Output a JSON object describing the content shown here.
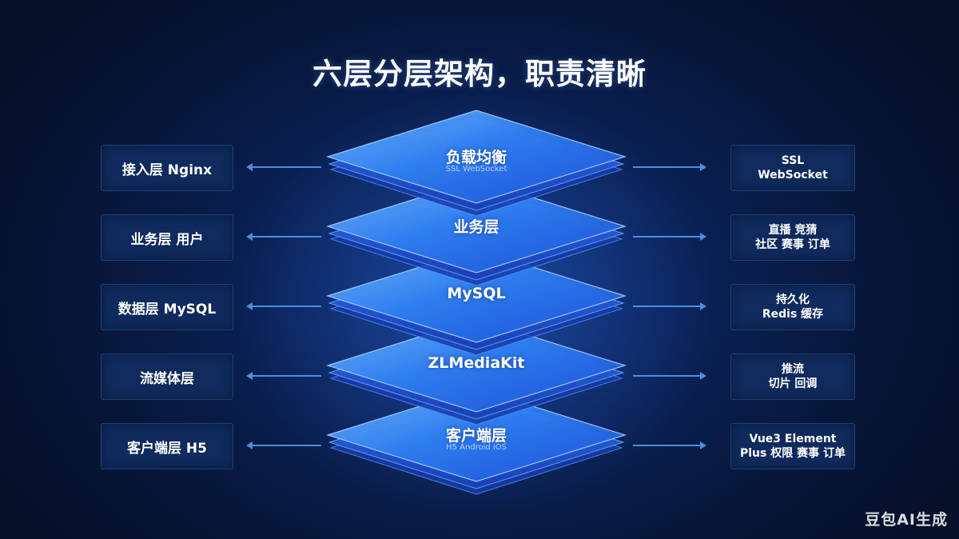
{
  "title": "六层分层架构，职责清晰",
  "watermark": "豆包AI生成",
  "colors": {
    "background": "#071638",
    "accent": "#2f7ff0",
    "box": "#0f2a5c",
    "arrow": "#4a8ee0"
  },
  "layers": [
    {
      "title": "负载均衡",
      "subtitle": "SSL WebSocket",
      "left": "接入层 Nginx",
      "right": [
        "SSL",
        "WebSocket"
      ]
    },
    {
      "title": "业务层",
      "subtitle": "",
      "left": "业务层 用户",
      "right": [
        "直播 竞猜",
        "社区 赛事 订单"
      ]
    },
    {
      "title": "MySQL",
      "subtitle": "",
      "left": "数据层 MySQL",
      "right": [
        "持久化",
        "Redis 缓存"
      ]
    },
    {
      "title": "ZLMediaKit",
      "subtitle": "",
      "left": "流媒体层",
      "right": [
        "推流",
        "切片 回调"
      ]
    },
    {
      "title": "客户端层",
      "subtitle": "H5 Android iOS",
      "left": "客户端层 H5",
      "right": [
        "Vue3 Element",
        "Plus 权限 赛事 订单"
      ]
    }
  ]
}
